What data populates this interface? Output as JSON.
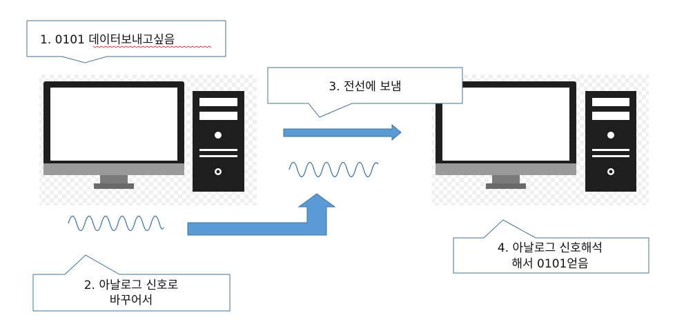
{
  "steps": {
    "step1": {
      "text": "1. 0101 데이터보내고싶음"
    },
    "step2": {
      "line1": "2. 아날로그 신호로",
      "line2": "바꾸어서"
    },
    "step3": {
      "text": "3. 전선에 보냄"
    },
    "step4": {
      "line1": "4. 아날로그 신호해석",
      "line2": "해서 0101얻음"
    }
  },
  "colors": {
    "arrow_fill": "#5b9bd5",
    "arrow_stroke": "#41719c",
    "wave": "#3b6fb0",
    "callout_border": "#41719c",
    "monitor_dark": "#1e1e1e",
    "monitor_stand": "#8c8c8c",
    "tower": "#1e1e1e"
  },
  "icons": [
    "sender-computer-icon",
    "receiver-computer-icon"
  ]
}
